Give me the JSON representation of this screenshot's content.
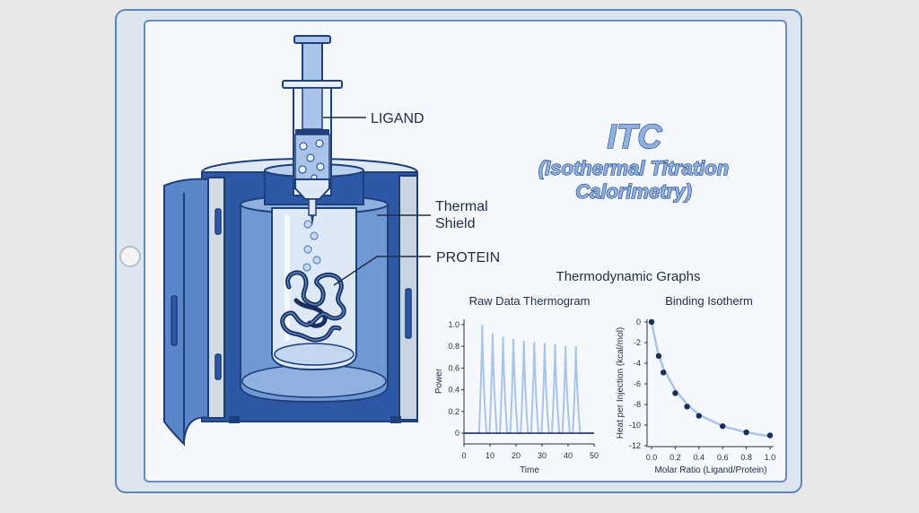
{
  "title": {
    "main": "ITC",
    "line2": "(Isothermal Titration",
    "line3": "Calorimetry)"
  },
  "labels": {
    "ligand": "LIGAND",
    "thermal_line1": "Thermal",
    "thermal_line2": "Shield",
    "protein": "PROTEIN"
  },
  "graphs_heading": "Thermodynamic Graphs",
  "chart_data": [
    {
      "type": "line",
      "title": "Raw Data Thermogram",
      "xlabel": "Time",
      "ylabel": "Power",
      "xlim": [
        0,
        50
      ],
      "ylim": [
        0,
        1.0
      ],
      "x_ticks": [
        0,
        10,
        20,
        30,
        40,
        50
      ],
      "y_ticks": [
        0,
        0.2,
        0.4,
        0.6,
        0.8,
        1.0
      ],
      "y_tick_labels": [
        "0",
        "0.2",
        "0.4",
        "0.6",
        "0.8",
        "1.0"
      ],
      "peaks": [
        {
          "x": 7,
          "height": 1.0
        },
        {
          "x": 11,
          "height": 0.92
        },
        {
          "x": 15,
          "height": 0.89
        },
        {
          "x": 19,
          "height": 0.87
        },
        {
          "x": 23,
          "height": 0.85
        },
        {
          "x": 27,
          "height": 0.84
        },
        {
          "x": 31,
          "height": 0.83
        },
        {
          "x": 35,
          "height": 0.82
        },
        {
          "x": 39,
          "height": 0.8
        },
        {
          "x": 43,
          "height": 0.8
        }
      ],
      "peak_start": 5.5,
      "baseline": 0,
      "baseline_end": 50
    },
    {
      "type": "scatter",
      "title": "Binding Isotherm",
      "xlabel": "Molar Ratio (Ligand/Protein)",
      "ylabel": "Heat per Injection (kcal/mol)",
      "xlim": [
        0,
        1.0
      ],
      "ylim": [
        -12,
        0
      ],
      "x_ticks": [
        0,
        0.2,
        0.4,
        0.6,
        0.8,
        1.0
      ],
      "x_tick_labels": [
        "0.0",
        "0.2",
        "0.4",
        "0.6",
        "0.8",
        "1.0"
      ],
      "y_ticks": [
        0,
        -2,
        -4,
        -6,
        -8,
        -10,
        -12
      ],
      "points": [
        {
          "x": 0.0,
          "y": 0.0
        },
        {
          "x": 0.06,
          "y": -3.3
        },
        {
          "x": 0.1,
          "y": -4.9
        },
        {
          "x": 0.2,
          "y": -6.9
        },
        {
          "x": 0.3,
          "y": -8.2
        },
        {
          "x": 0.4,
          "y": -9.1
        },
        {
          "x": 0.6,
          "y": -10.1
        },
        {
          "x": 0.8,
          "y": -10.7
        },
        {
          "x": 1.0,
          "y": -11.0
        }
      ],
      "fit_curve": [
        [
          0.0,
          0.0
        ],
        [
          0.05,
          -2.8
        ],
        [
          0.1,
          -4.5
        ],
        [
          0.2,
          -6.6
        ],
        [
          0.3,
          -8.0
        ],
        [
          0.4,
          -9.0
        ],
        [
          0.6,
          -10.1
        ],
        [
          0.8,
          -10.7
        ],
        [
          1.0,
          -11.1
        ]
      ]
    }
  ],
  "colors": {
    "outline": "#1e3f7a",
    "dark_blue": "#2c58a6",
    "mid_blue": "#5b86c9",
    "light_blue": "#a9c4e8",
    "pale_blue": "#d8e6f6",
    "thermogram_peak": "#a9c4e8",
    "isotherm_point": "#1a2f5c"
  }
}
